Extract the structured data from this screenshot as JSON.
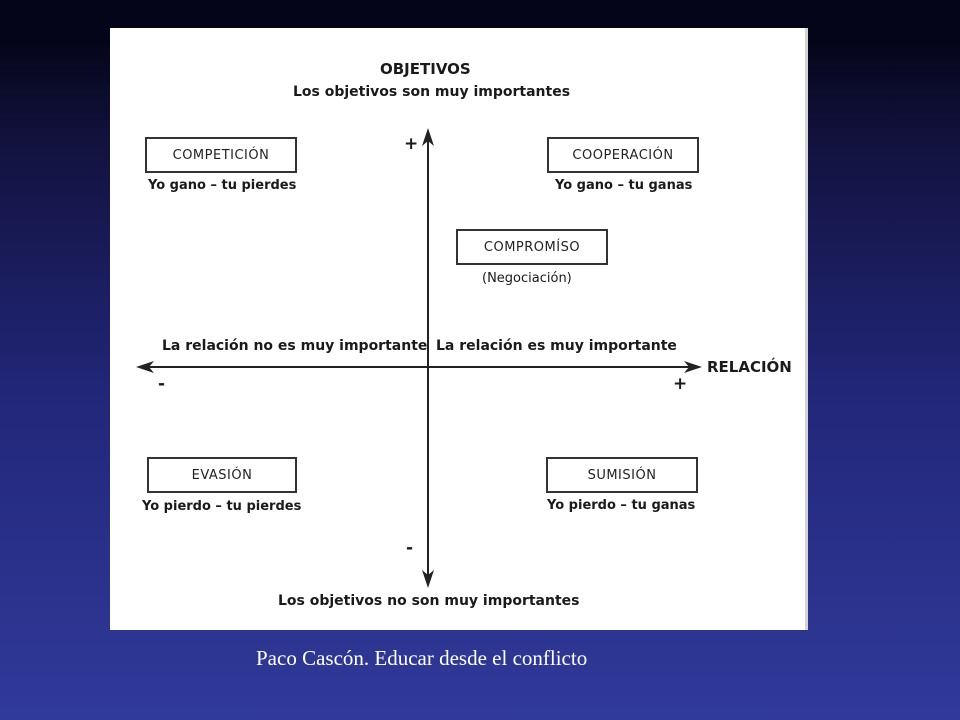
{
  "diagram": {
    "y_axis": {
      "name": "OBJETIVOS",
      "top_label": "Los objetivos son muy importantes",
      "bottom_label": "Los objetivos no son muy importantes",
      "plus": "+",
      "minus": "-"
    },
    "x_axis": {
      "name": "RELACIÓN",
      "left_label": "La relación no es muy importante",
      "right_label": "La relación es muy importante",
      "plus": "+",
      "minus": "-"
    },
    "styles": [
      {
        "id": "competicion",
        "title": "COMPETICIÓN",
        "subtitle": "Yo gano – tu pierdes"
      },
      {
        "id": "cooperacion",
        "title": "COOPERACIÓN",
        "subtitle": "Yo gano – tu ganas"
      },
      {
        "id": "compromiso",
        "title": "COMPROMÍSO",
        "subtitle": "(Negociación)"
      },
      {
        "id": "evasion",
        "title": "EVASIÓN",
        "subtitle": "Yo pierdo – tu pierdes"
      },
      {
        "id": "sumision",
        "title": "SUMISIÓN",
        "subtitle": "Yo pierdo – tu ganas"
      }
    ],
    "colors": {
      "axis": "#222222",
      "panel": "#ffffff",
      "text": "#1a1a1a"
    }
  },
  "caption": "Paco Cascón. Educar desde el conflicto"
}
